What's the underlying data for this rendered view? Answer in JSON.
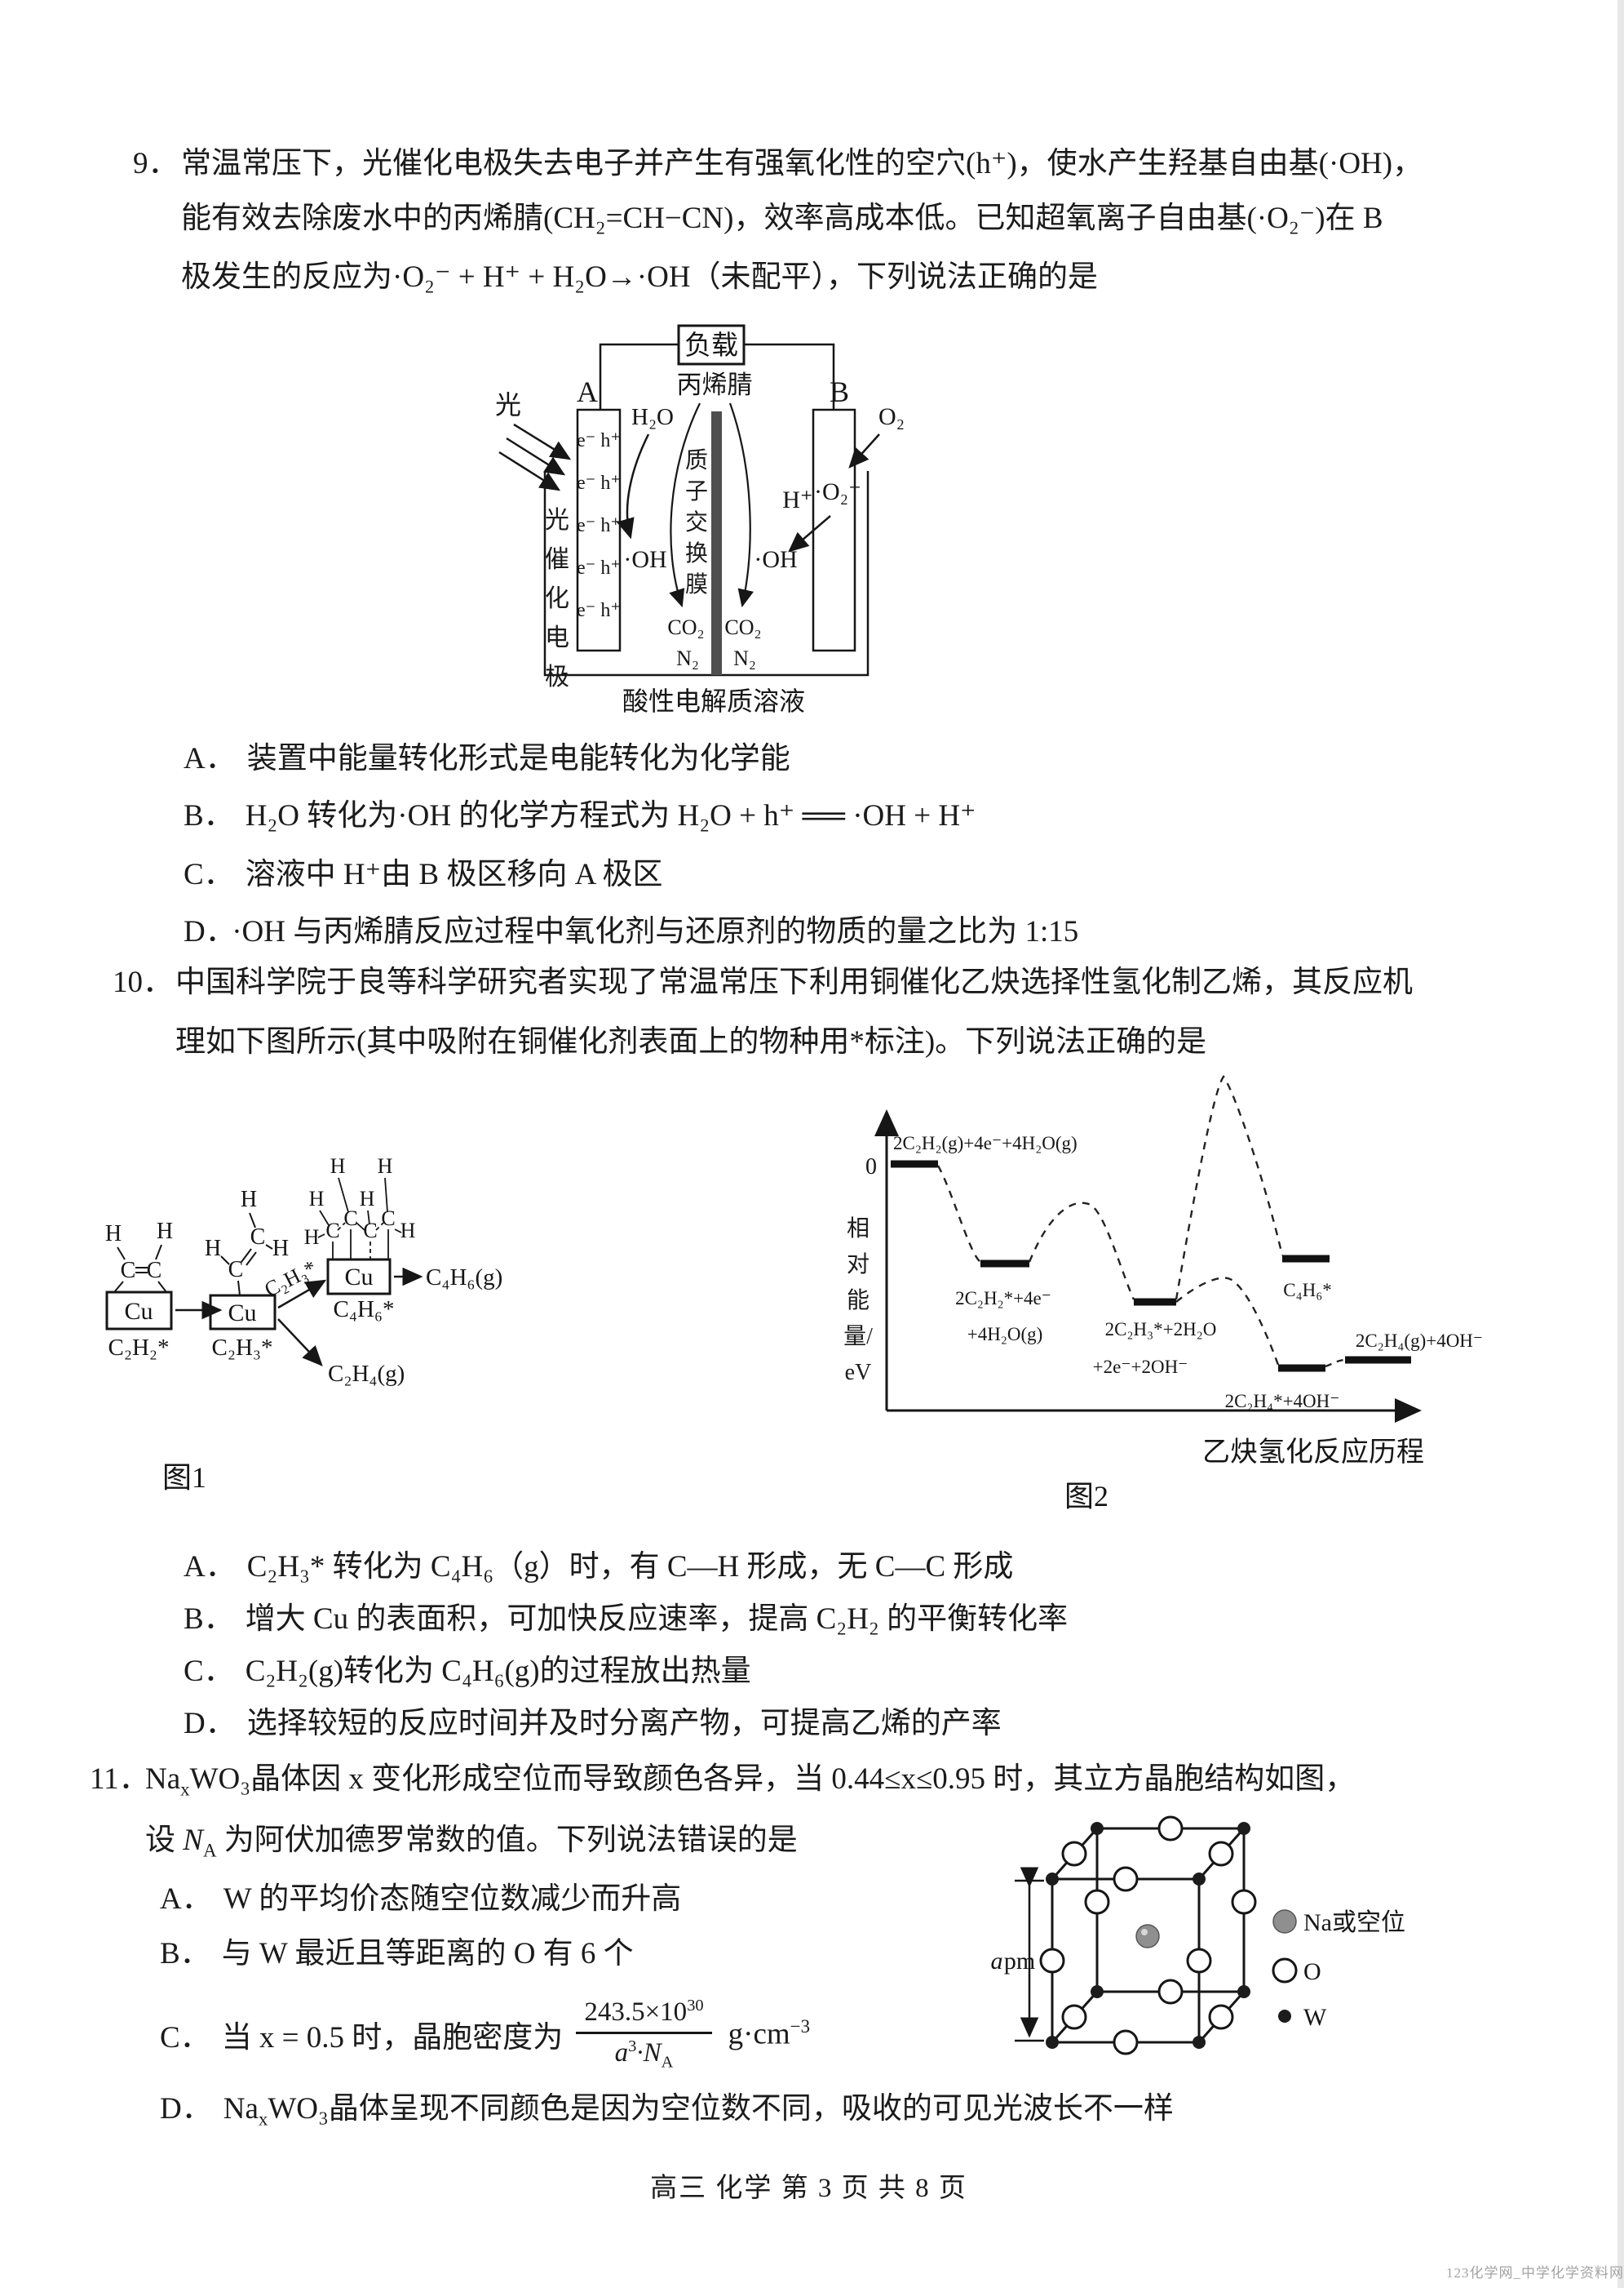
{
  "page": {
    "footer": "高三 化学 第 3 页 共 8 页",
    "watermark": "123化学网_中学化学资料网"
  },
  "q9": {
    "number": "9．",
    "stem": {
      "l1": "常温常压下，光催化电极失去电子并产生有强氧化性的空穴(h⁺)，使水产生羟基自由基(·OH)，",
      "l2": "能有效去除废水中的丙烯腈(CH₂=CH−CN)，效率高成本低。已知超氧离子自由基(·O₂⁻)在 B",
      "l3": "极发生的反应为·O₂⁻ + H⁺ + H₂O→·OH（未配平），下列说法正确的是"
    },
    "diagram": {
      "load": "负载",
      "acrylonitrile": "丙烯腈",
      "electrode_a": "A",
      "electrode_b": "B",
      "light": "光",
      "photo_electrode": "光催化电极",
      "membrane": "质子交换膜",
      "eh_pair": "e⁻ h⁺",
      "h2o": "H₂O",
      "oh_radical": "·OH",
      "co2": "CO₂",
      "n2": "N₂",
      "h_plus": "H⁺",
      "superoxide": "·O₂⁻",
      "o2": "O₂",
      "electrolyte": "酸性电解质溶液"
    },
    "options": [
      {
        "label": "A．",
        "text": "装置中能量转化形式是电能转化为化学能"
      },
      {
        "label": "B．",
        "text": "H₂O 转化为·OH 的化学方程式为 H₂O + h⁺ ══ ·OH + H⁺"
      },
      {
        "label": "C．",
        "text": "溶液中 H⁺由 B 极区移向 A 极区"
      },
      {
        "label": "D．",
        "text": "·OH 与丙烯腈反应过程中氧化剂与还原剂的物质的量之比为 1:15"
      }
    ]
  },
  "q10": {
    "number": "10．",
    "stem": {
      "l1": "中国科学院于良等科学研究者实现了常温常压下利用铜催化乙炔选择性氢化制乙烯，其反应机",
      "l2": "理如下图所示(其中吸附在铜催化剂表面上的物种用*标注)。下列说法正确的是"
    },
    "fig1": {
      "cu": "Cu",
      "h": "H",
      "c": "C",
      "species1": "C₂H₂*",
      "species2": "C₂H₃*",
      "species3": "C₄H₆*",
      "branch_label": "C₂H₃*",
      "product_c4h6": "C₄H₆(g)",
      "product_c2h4": "C₂H₄(g)",
      "caption": "图1"
    },
    "fig2": {
      "ylabel": "相对能量/eV",
      "zero": "0",
      "lv1": "2C₂H₂(g)+4e⁻+4H₂O(g)",
      "lv2a": "2C₂H₂*+4e⁻",
      "lv2b": "+4H₂O(g)",
      "lv3a": "2C₂H₃*+2H₂O",
      "lv3b": "+2e⁻+2OH⁻",
      "lv4": "C₄H₆*",
      "lv5": "2C₂H₄*+4OH⁻",
      "lv6": "2C₂H₄(g)+4OH⁻",
      "xlabel": "乙炔氢化反应历程",
      "caption": "图2"
    },
    "options": [
      {
        "label": "A．",
        "text": "C₂H₃* 转化为 C₄H₆（g）时，有 C—H 形成，无 C—C 形成"
      },
      {
        "label": "B．",
        "text": "增大 Cu 的表面积，可加快反应速率，提高 C₂H₂ 的平衡转化率"
      },
      {
        "label": "C．",
        "text": "C₂H₂(g)转化为 C₄H₆(g)的过程放出热量"
      },
      {
        "label": "D．",
        "text": "选择较短的反应时间并及时分离产物，可提高乙烯的产率"
      }
    ]
  },
  "q11": {
    "number": "11．",
    "stem1_pre": "Na",
    "stem1_sub": "x",
    "stem1_post": "WO₃晶体因 x 变化形成空位而导致颜色各异，当 0.44≤x≤0.95 时，其立方晶胞结构如图，",
    "stem2_pre": "设 ",
    "stem2_n": "N",
    "stem2_sub": "A",
    "stem2_post": " 为阿伏加德罗常数的值。下列说法错误的是",
    "options": {
      "a_label": "A．",
      "a": "W 的平均价态随空位数减少而升高",
      "b_label": "B．",
      "b": "与 W 最近且等距离的 O 有 6 个",
      "c_label": "C．",
      "c_pre": "当 x = 0.5 时，晶胞密度为",
      "c_num_main": "243.5×10",
      "c_num_sup": "30",
      "c_den_a": "a",
      "c_den_sup": "3",
      "c_den_mid": "·N",
      "c_den_sub": "A",
      "c_unit_main": "g·cm",
      "c_unit_sup": "−3",
      "d_label": "D．",
      "d_pre": "Na",
      "d_sub": "x",
      "d_post": "WO₃晶体呈现不同颜色是因为空位数不同，吸收的可见光波长不一样"
    },
    "figure": {
      "dim_a": "a",
      "dim_unit": "pm",
      "legend_na": "Na或空位",
      "legend_o": "O",
      "legend_w": "W"
    }
  }
}
